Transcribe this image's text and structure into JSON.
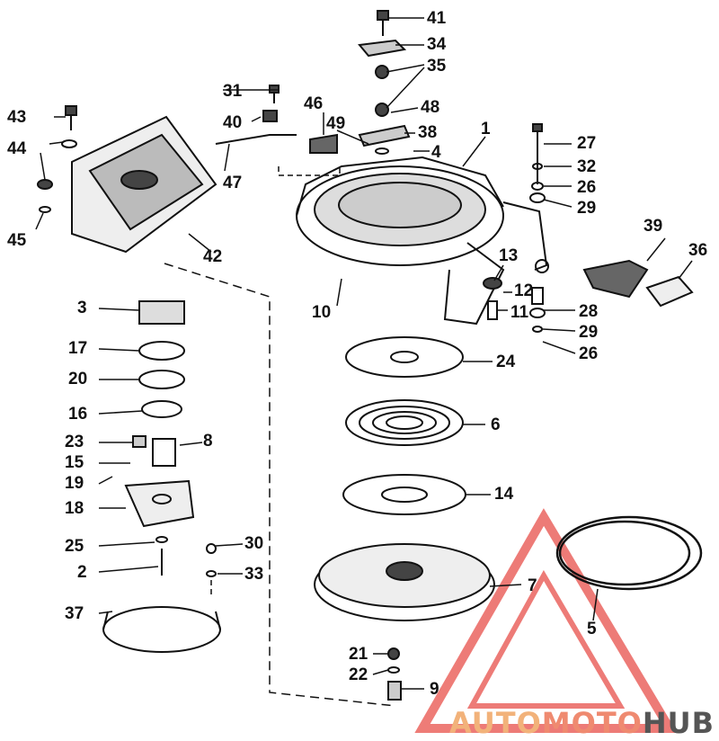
{
  "diagram": {
    "type": "exploded-parts-diagram",
    "part_labels": [
      "41",
      "34",
      "35",
      "31",
      "46",
      "49",
      "48",
      "38",
      "4",
      "1",
      "27",
      "32",
      "26",
      "29",
      "43",
      "44",
      "45",
      "40",
      "47",
      "42",
      "39",
      "36",
      "13",
      "12",
      "11",
      "10",
      "28",
      "29",
      "26",
      "3",
      "17",
      "20",
      "16",
      "23",
      "8",
      "15",
      "19",
      "18",
      "25",
      "30",
      "2",
      "33",
      "37",
      "24",
      "6",
      "14",
      "7",
      "5",
      "21",
      "22",
      "9"
    ]
  },
  "watermark": {
    "part1": "AUTO",
    "part2": "MOTO",
    "part3": "HUB",
    "triangle_color": "#e8504a"
  }
}
